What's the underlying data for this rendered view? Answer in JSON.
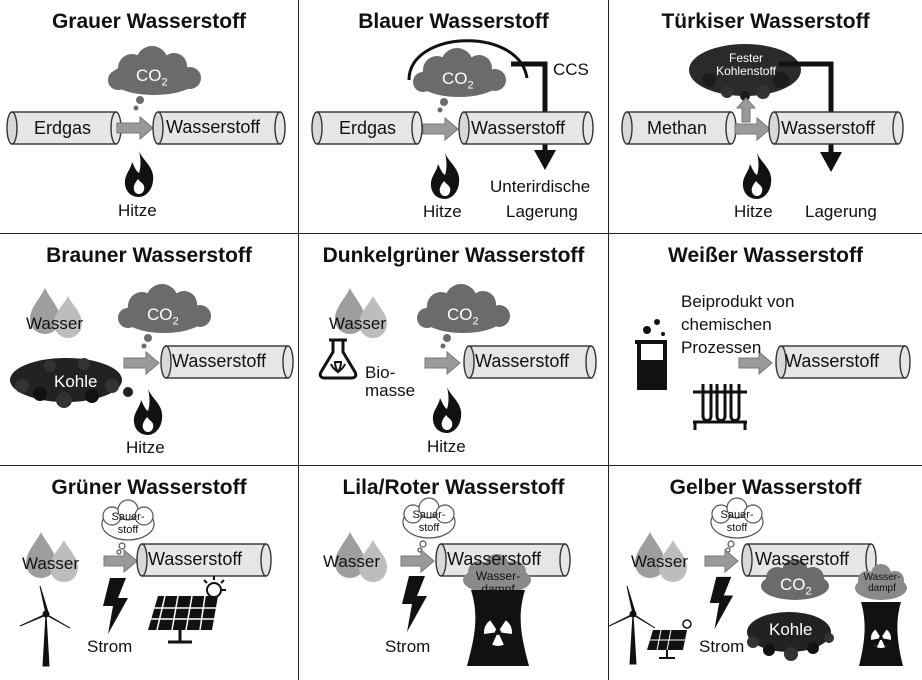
{
  "panels": {
    "grey": {
      "title": "Grauer Wasserstoff",
      "input": "Erdgas",
      "output": "Wasserstoff",
      "heat": "Hitze",
      "co2": "CO",
      "co2_sub": "2"
    },
    "blue": {
      "title": "Blauer Wasserstoff",
      "input": "Erdgas",
      "output": "Wasserstoff",
      "heat": "Hitze",
      "co2": "CO",
      "co2_sub": "2",
      "ccs": "CCS",
      "storage_1": "Unterirdische",
      "storage_2": "Lagerung"
    },
    "turq": {
      "title": "Türkiser Wasserstoff",
      "input": "Methan",
      "output": "Wasserstoff",
      "heat": "Hitze",
      "carbon_1": "Fester",
      "carbon_2": "Kohlenstoff",
      "storage": "Lagerung"
    },
    "brown": {
      "title": "Brauner Wasserstoff",
      "water": "Wasser",
      "coal": "Kohle",
      "output": "Wasserstoff",
      "heat": "Hitze",
      "co2": "CO",
      "co2_sub": "2"
    },
    "dgreen": {
      "title": "Dunkelgrüner Wasserstoff",
      "water": "Wasser",
      "bio_1": "Bio-",
      "bio_2": "masse",
      "output": "Wasserstoff",
      "heat": "Hitze",
      "co2": "CO",
      "co2_sub": "2"
    },
    "white": {
      "title": "Weißer Wasserstoff",
      "by_1": "Beiprodukt von",
      "by_2": "chemischen",
      "by_3": "Prozessen",
      "output": "Wasserstoff"
    },
    "green": {
      "title": "Grüner Wasserstoff",
      "water": "Wasser",
      "output": "Wasserstoff",
      "oxygen_1": "Sauer-",
      "oxygen_2": "stoff",
      "power": "Strom"
    },
    "purple": {
      "title": "Lila/Roter Wasserstoff",
      "water": "Wasser",
      "output": "Wasserstoff",
      "oxygen_1": "Sauer-",
      "oxygen_2": "stoff",
      "power": "Strom",
      "steam_1": "Wasser-",
      "steam_2": "dampf"
    },
    "yellow": {
      "title": "Gelber Wasserstoff",
      "water": "Wasser",
      "output": "Wasserstoff",
      "oxygen_1": "Sauer-",
      "oxygen_2": "stoff",
      "power": "Strom",
      "co2": "CO",
      "co2_sub": "2",
      "coal": "Kohle",
      "steam_1": "Wasser-",
      "steam_2": "dampf"
    }
  },
  "colors": {
    "dark": "#111111",
    "cloud": "#6b6b6b",
    "pipe": "#e6e6e6",
    "arrow": "#9a9a9a",
    "drop": "#9e9e9e"
  },
  "icons": [
    "co2-cloud-icon",
    "flame-icon",
    "pipe-icon",
    "water-drops-icon",
    "coal-pile-icon",
    "flask-icon",
    "beaker-icon",
    "test-tubes-icon",
    "lightning-icon",
    "wind-turbine-icon",
    "solar-panel-icon",
    "cooling-tower-icon",
    "oxygen-cloud-icon"
  ]
}
